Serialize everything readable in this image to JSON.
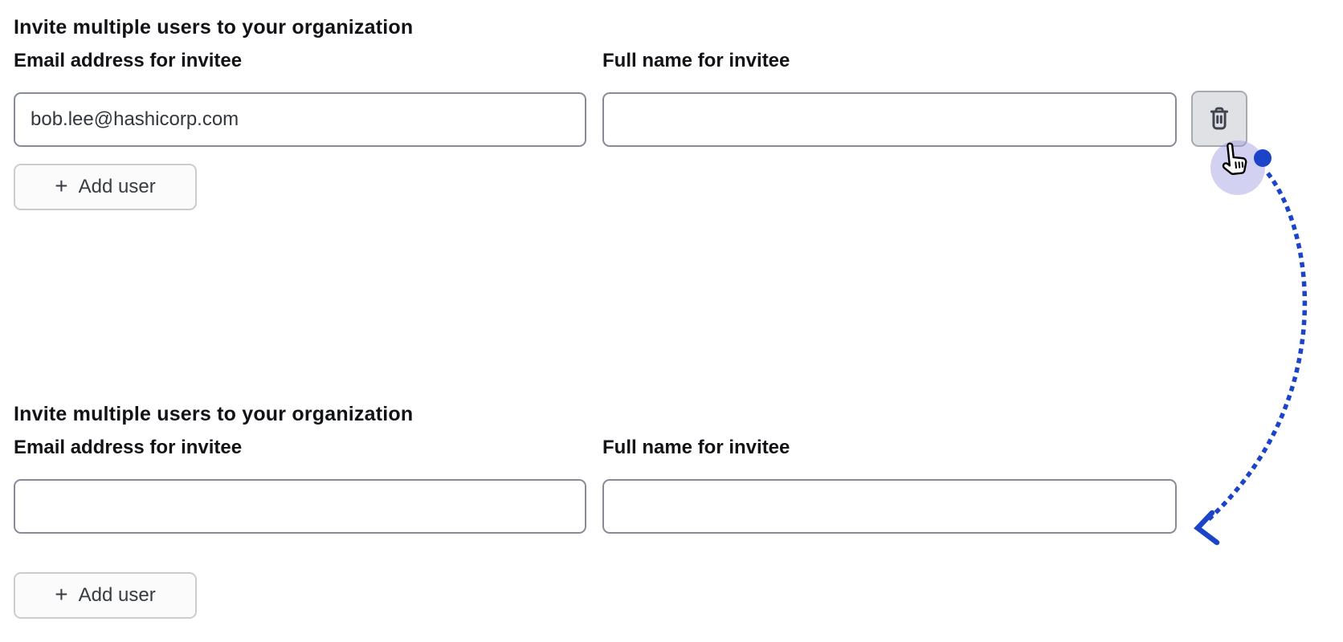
{
  "sections": [
    {
      "title": "Invite multiple users to your organization",
      "fields": [
        {
          "label": "Email address for invitee",
          "value": "bob.lee@hashicorp.com"
        },
        {
          "label": "Full name for invitee",
          "value": ""
        }
      ],
      "delete_button": {
        "icon": "trash-icon",
        "visible": true
      },
      "add_button": {
        "glyph": "+",
        "label": "Add user"
      }
    },
    {
      "title": "Invite multiple users to your organization",
      "fields": [
        {
          "label": "Email address for invitee",
          "value": ""
        },
        {
          "label": "Full name for invitee",
          "value": ""
        }
      ],
      "delete_button": {
        "visible": false
      },
      "add_button": {
        "glyph": "+",
        "label": "Add user"
      }
    }
  ],
  "annotation": {
    "type": "click-result-arrow",
    "cursor": "hand-pointer",
    "arrow_color": "#1b44c8",
    "click_highlight_color": "#d9d8f2",
    "points_from": "delete-row-button",
    "points_to": "second-form-full-name-input"
  },
  "colors": {
    "input_border": "#878b99",
    "delete_button_bg": "#e0e1e5",
    "button_border": "#c9ccd1",
    "text": "#121317"
  }
}
